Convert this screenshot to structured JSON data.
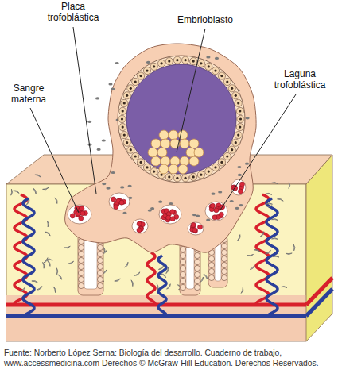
{
  "diagram": {
    "caption": "Fuente: Norberto López Serna: Biología del desarrollo. Cuaderno de trabajo, www.accessmedicina.com Derechos © McGraw-Hill Education. Derechos Reservados.",
    "labels": [
      "Placa trofoblástica",
      "Embrioblasto",
      "Sangre materna",
      "Laguna trofoblástica"
    ]
  }
}
